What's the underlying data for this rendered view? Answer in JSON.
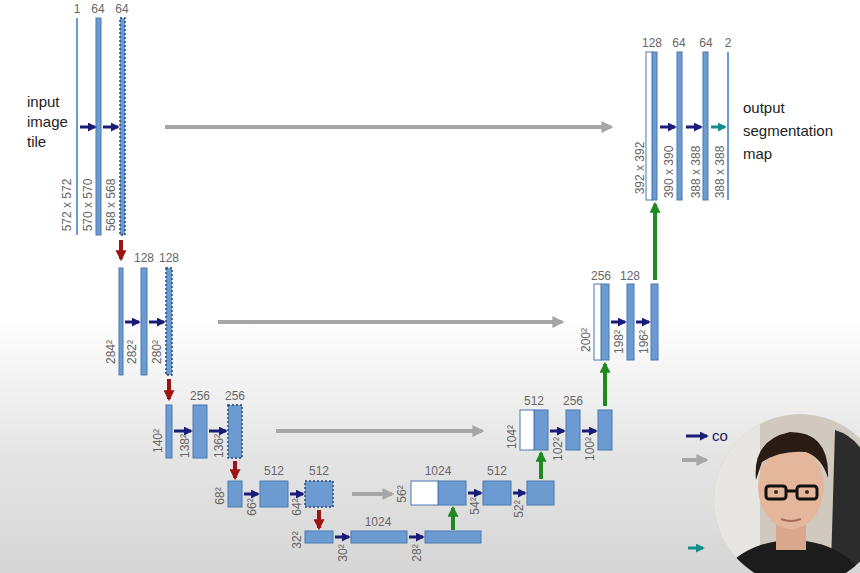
{
  "diagram": {
    "labels": [
      "1",
      "64",
      "64",
      "128",
      "64",
      "64",
      "2",
      "input image tile",
      "572 x 572",
      "570 x 570",
      "568 x 568",
      "output segmentation map",
      "392 x 392",
      "390 x 390",
      "388 x 388",
      "388 x 388",
      "128",
      "128",
      "256",
      "128",
      "284²",
      "282²",
      "280²",
      "200²",
      "198²",
      "196²",
      "256",
      "256",
      "512",
      "256",
      "co",
      "140²",
      "138²",
      "136²",
      "104²",
      "102²",
      "100²",
      "512",
      "512",
      "1024",
      "512",
      "68²",
      "66²",
      "64²",
      "56²",
      "54²",
      "52²",
      "1024",
      "32²",
      "30²",
      "28²"
    ]
  }
}
